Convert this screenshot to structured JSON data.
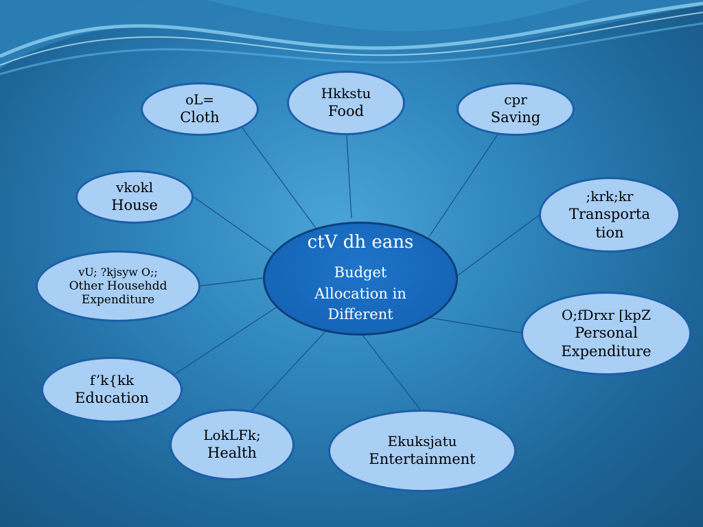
{
  "center": {
    "title": "ctV dh eans",
    "subtitle": "Budget Allocation in Different"
  },
  "nodes": {
    "cloth": {
      "hindi": "oL=",
      "english": "Cloth"
    },
    "food": {
      "hindi": "Hkkstu",
      "english": "Food"
    },
    "saving": {
      "hindi": "cpr",
      "english": "Saving"
    },
    "house": {
      "hindi": "vkokl",
      "english": "House"
    },
    "transportation": {
      "hindi": ";krk;kr",
      "english": "Transporta tion"
    },
    "other": {
      "hindi": "vU; ?kjsyw O;;",
      "english": "Other Househdd Expenditure"
    },
    "personal": {
      "hindi": "O;fDrxr [kpZ",
      "english": "Personal Expenditure"
    },
    "education": {
      "hindi": "f’k{kk",
      "english": "Education"
    },
    "health": {
      "hindi": "LokLFk;",
      "english": "Health"
    },
    "entertainment": {
      "hindi": "Ekuksjatu",
      "english": "Entertainment"
    }
  },
  "colors": {
    "node_fill": "#a9cff5",
    "node_border": "#1d5ea8",
    "center_fill": "#1565b8",
    "connector": "#1a4f80"
  }
}
